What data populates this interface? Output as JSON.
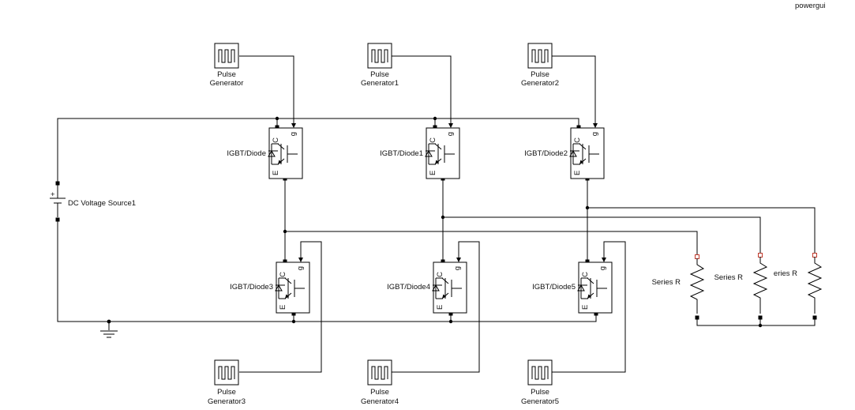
{
  "powergui": {
    "label": "powergui"
  },
  "pulse_generators": [
    {
      "line1": "Pulse",
      "line2": "Generator"
    },
    {
      "line1": "Pulse",
      "line2": "Generator1"
    },
    {
      "line1": "Pulse",
      "line2": "Generator2"
    },
    {
      "line1": "Pulse",
      "line2": "Generator3"
    },
    {
      "line1": "Pulse",
      "line2": "Generator4"
    },
    {
      "line1": "Pulse",
      "line2": "Generator5"
    }
  ],
  "igbts": [
    {
      "label": "IGBT/Diode"
    },
    {
      "label": "IGBT/Diode1"
    },
    {
      "label": "IGBT/Diode2"
    },
    {
      "label": "IGBT/Diode3"
    },
    {
      "label": "IGBT/Diode4"
    },
    {
      "label": "IGBT/Diode5"
    }
  ],
  "port_letters": {
    "collector": "C",
    "gate": "g",
    "emitter": "E"
  },
  "dc_source": {
    "label": "DC Voltage Source1",
    "plus": "+"
  },
  "resistors": [
    {
      "label": "Series R"
    },
    {
      "label": "Series R"
    },
    {
      "label": "eries R"
    }
  ]
}
